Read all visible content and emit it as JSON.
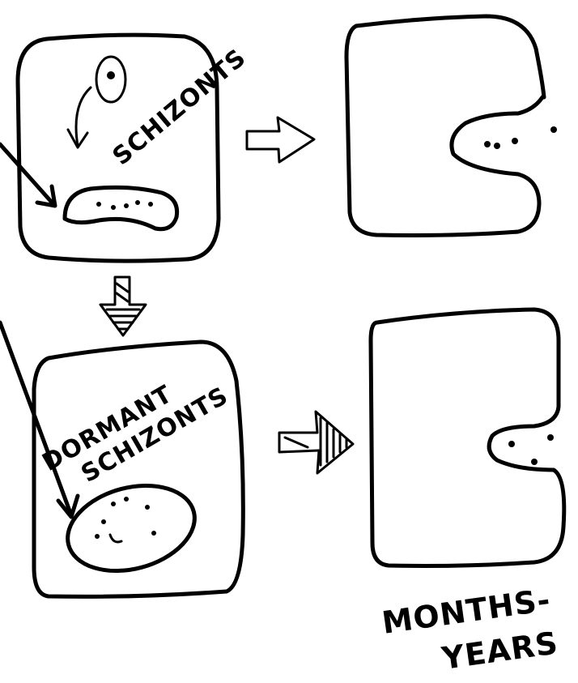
{
  "labels": {
    "schizonts_top": "SCHIZONTS",
    "dormant_line1": "DORMANT",
    "dormant_line2": "SCHIZONTS",
    "duration_line1": "MONTHS-",
    "duration_line2": "YEARS"
  },
  "colors": {
    "ink": "#000000",
    "paper": "#ffffff"
  },
  "icons": {
    "top_arrow": "outline-right-arrow",
    "middle_arrow": "hatched-down-arrow",
    "bottom_arrow": "hatched-right-arrow"
  }
}
